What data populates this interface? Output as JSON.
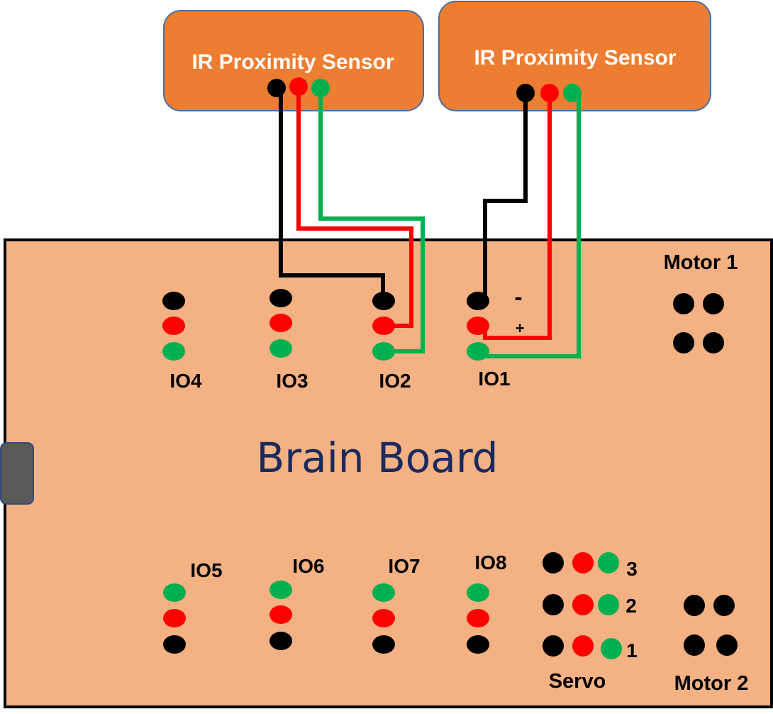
{
  "sensors": [
    {
      "label": "IR Proximity Sensor"
    },
    {
      "label": "IR Proximity Sensor"
    }
  ],
  "board": {
    "title": "Brain Board",
    "io_top": [
      "IO4",
      "IO3",
      "IO2",
      "IO1"
    ],
    "io_bottom": [
      "IO5",
      "IO6",
      "IO7",
      "IO8"
    ],
    "polarity_minus": "-",
    "polarity_plus": "+",
    "servo_label": "Servo",
    "servo_numbers": [
      "3",
      "2",
      "1"
    ],
    "motor1_label": "Motor 1",
    "motor2_label": "Motor 2"
  },
  "colors": {
    "sensor_fill": "#ed7d31",
    "sensor_stroke": "#4a6fa5",
    "board_fill": "#f4b183",
    "pin_black": "#000000",
    "pin_red": "#ff0000",
    "pin_green": "#00b050",
    "connector": "#595959"
  }
}
